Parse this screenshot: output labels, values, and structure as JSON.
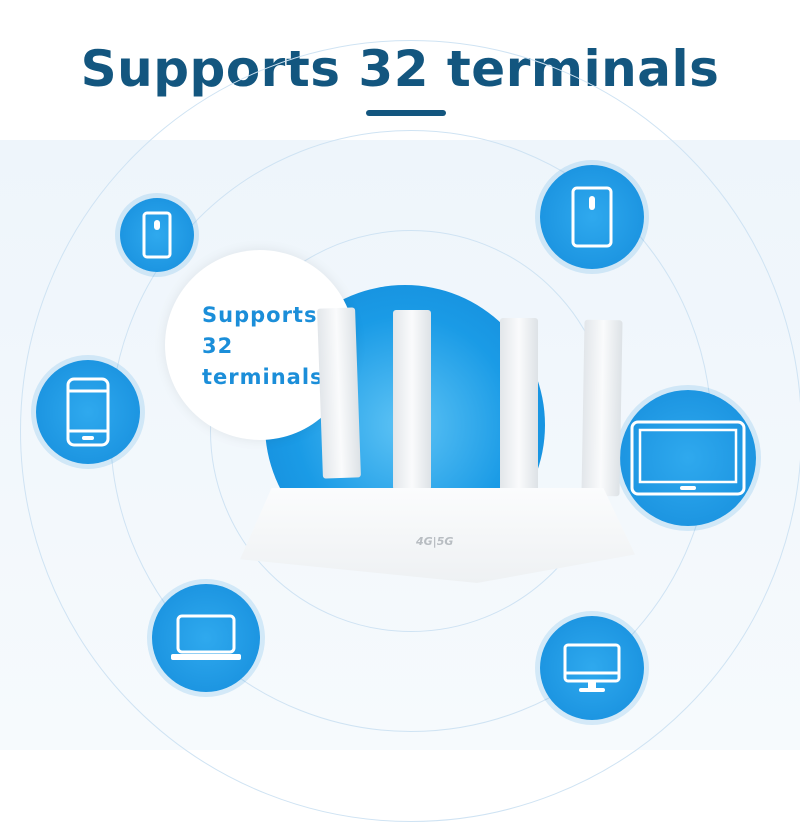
{
  "header": {
    "title": "Supports 32 terminals"
  },
  "bubble": {
    "line1": "Supports",
    "line2": "32",
    "line3": "terminals"
  },
  "router": {
    "logo": "4G|5G"
  },
  "devices": [
    {
      "icon": "smartphone-small-icon"
    },
    {
      "icon": "tablet-icon"
    },
    {
      "icon": "smartphone-icon"
    },
    {
      "icon": "monitor-tv-icon"
    },
    {
      "icon": "laptop-icon"
    },
    {
      "icon": "desktop-monitor-icon"
    }
  ],
  "colors": {
    "title": "#13567f",
    "accent": "#158ddc",
    "bubble_text": "#1b8ed9"
  }
}
